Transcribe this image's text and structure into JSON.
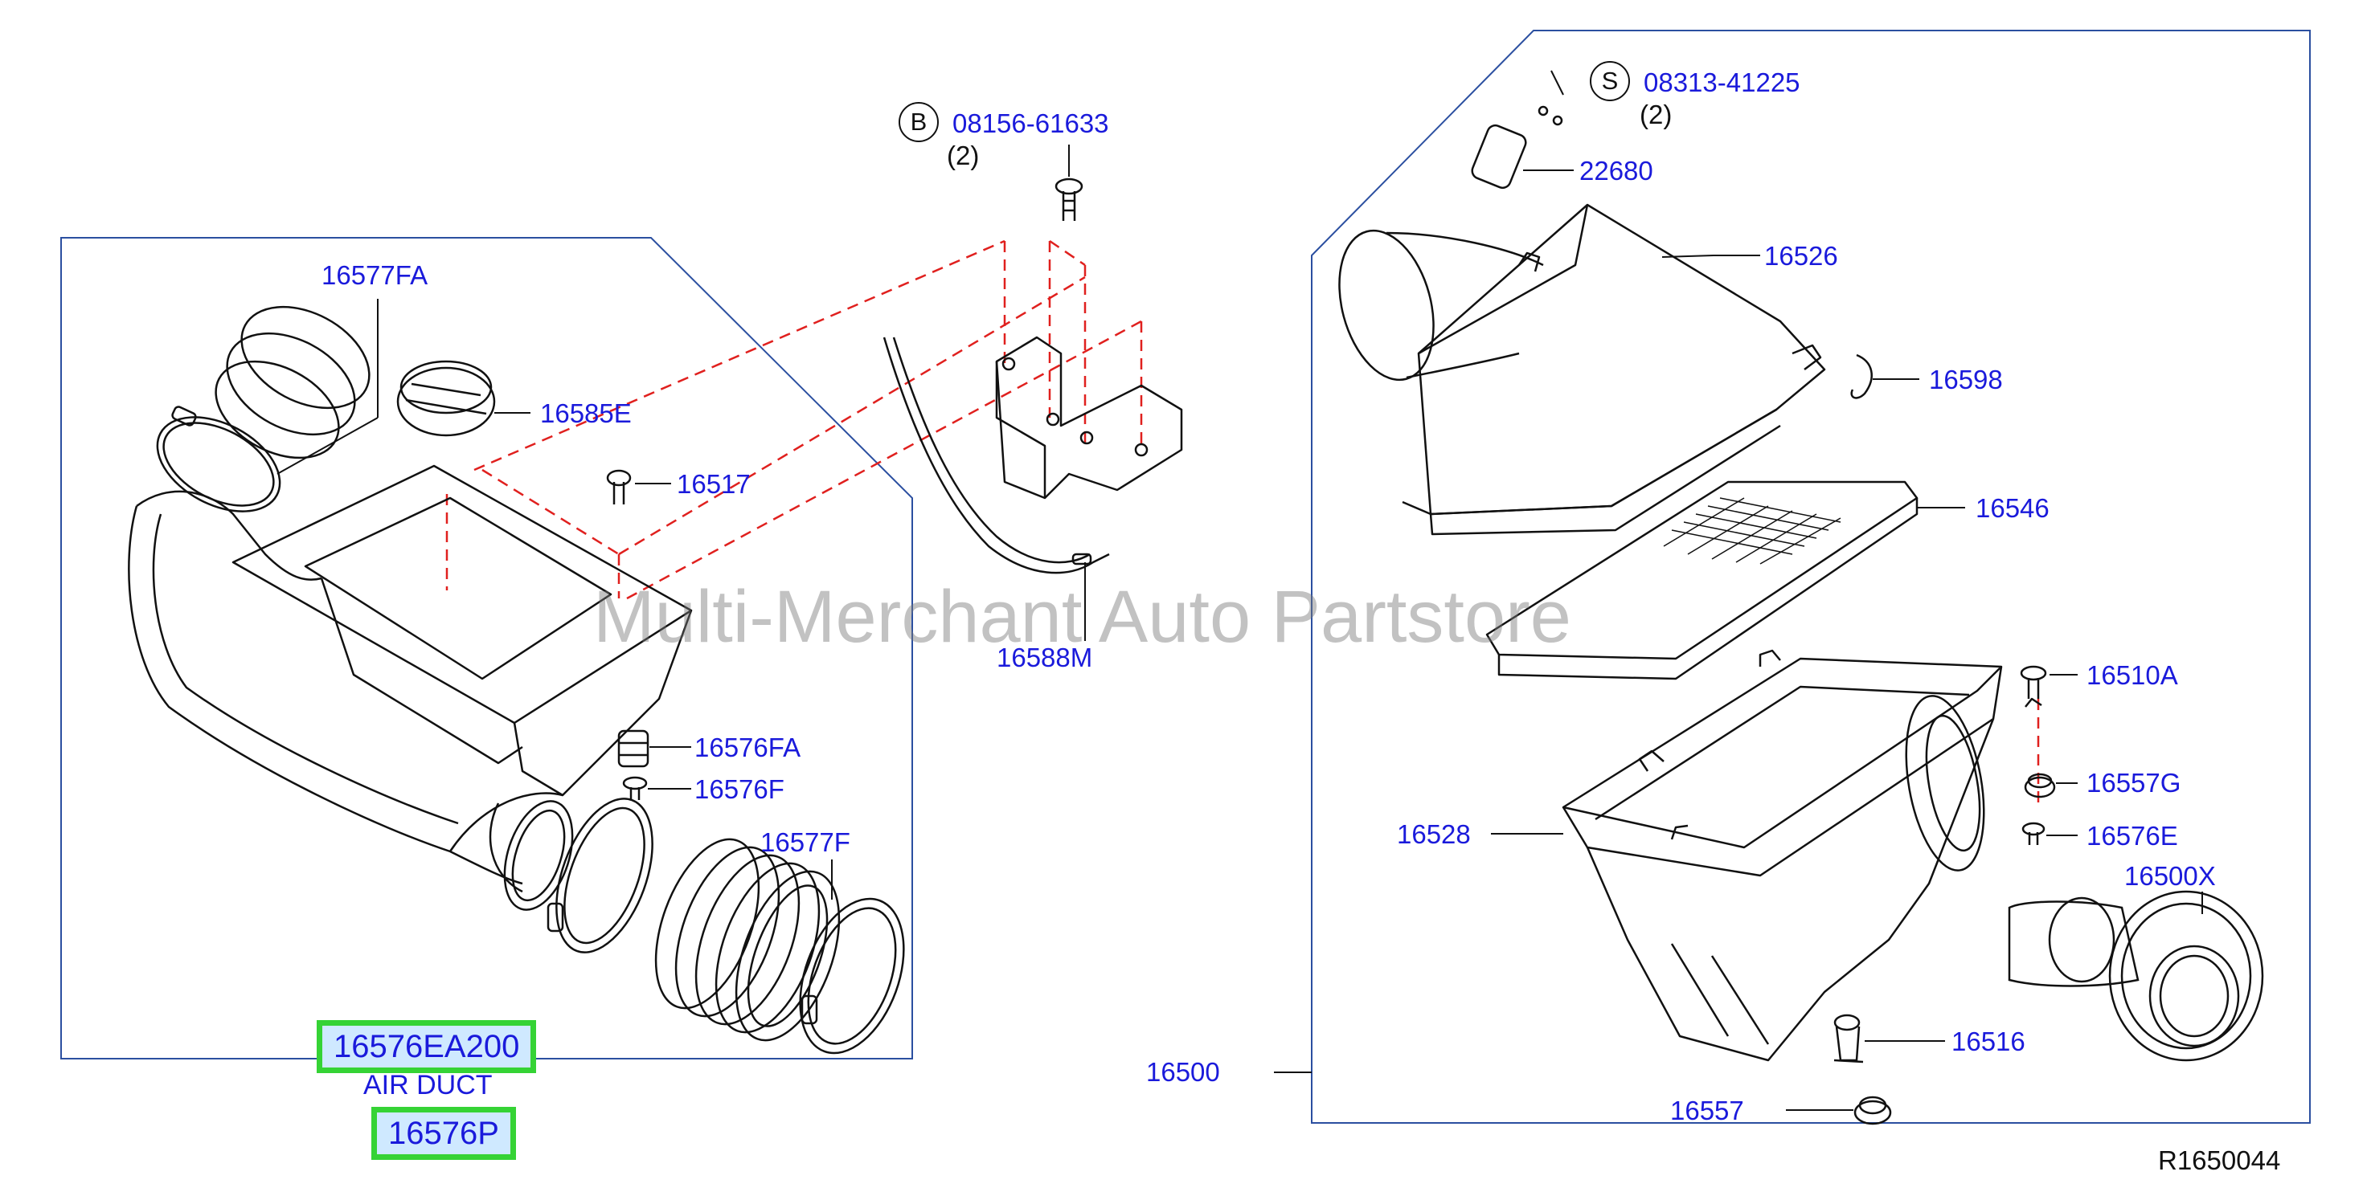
{
  "watermark": "Multi-Merchant Auto Partstore",
  "diagram_code": "R1650044",
  "callouts": {
    "b_bolt": {
      "symbol": "B",
      "part": "08156-61633",
      "qty": "(2)"
    },
    "s_screw": {
      "symbol": "S",
      "part": "08313-41225",
      "qty": "(2)"
    }
  },
  "parts": {
    "p16577FA": "16577FA",
    "p16585E": "16585E",
    "p16517": "16517",
    "p16576FA": "16576FA",
    "p16576F": "16576F",
    "p16577F": "16577F",
    "p16588M": "16588M",
    "p22680": "22680",
    "p16526": "16526",
    "p16598": "16598",
    "p16546": "16546",
    "p16510A": "16510A",
    "p16557G": "16557G",
    "p16576E": "16576E",
    "p16528": "16528",
    "p16500X": "16500X",
    "p16516": "16516",
    "p16500": "16500",
    "p16557": "16557"
  },
  "highlights": {
    "top": "16576EA200",
    "caption": "AIR DUCT",
    "bottom": "16576P"
  },
  "colors": {
    "label": "#1a1adb",
    "frame": "#2b4fa0",
    "dash": "#e0201e",
    "highlight_border": "#35d335",
    "highlight_fill": "#cfe9ff"
  }
}
